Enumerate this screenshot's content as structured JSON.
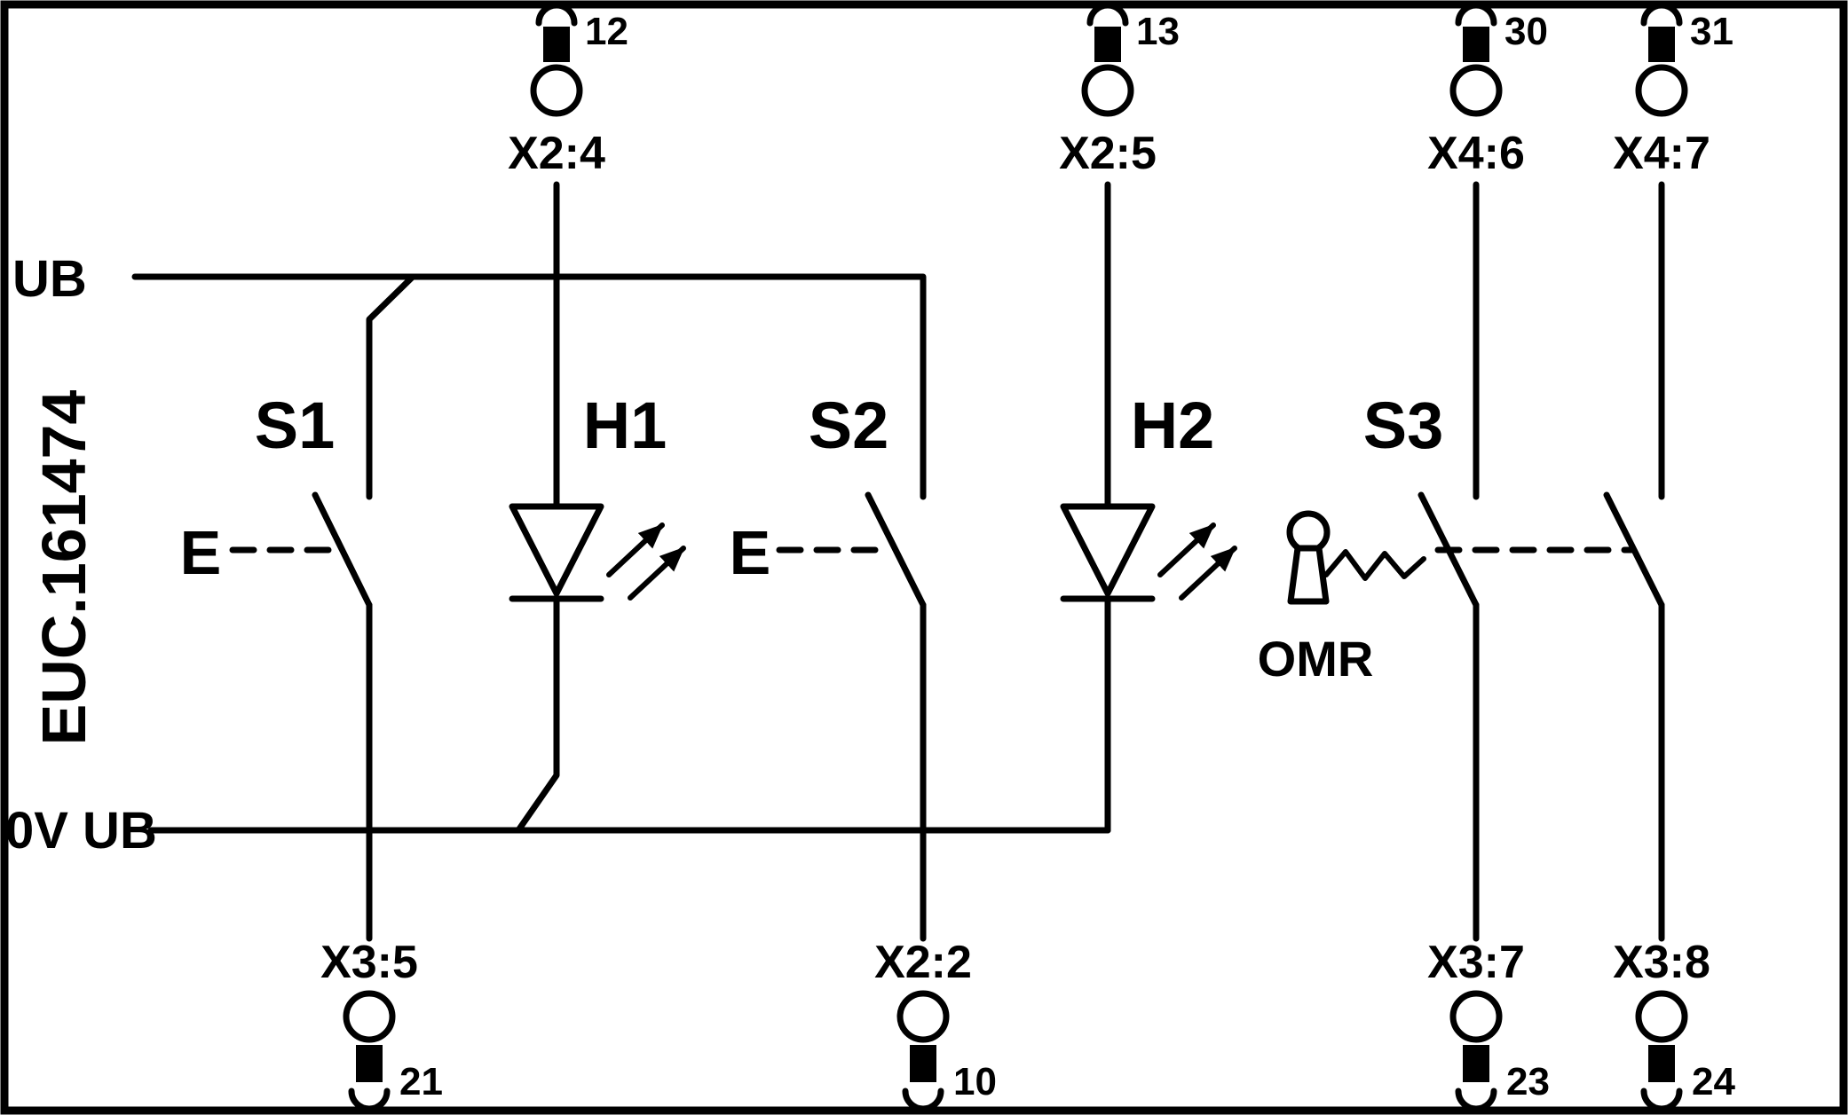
{
  "diagram": {
    "side_label": "EUC.161474",
    "bus_labels": {
      "ub": "UB",
      "zero_v": "0V UB"
    },
    "components": {
      "s1": "S1",
      "h1": "H1",
      "s2": "S2",
      "h2": "H2",
      "s3": "S3",
      "omr": "OMR",
      "e1": "E",
      "e2": "E"
    },
    "terminals": {
      "top": [
        {
          "wire": "12",
          "label": "X2:4"
        },
        {
          "wire": "13",
          "label": "X2:5"
        },
        {
          "wire": "30",
          "label": "X4:6"
        },
        {
          "wire": "31",
          "label": "X4:7"
        }
      ],
      "bottom": [
        {
          "wire": "21",
          "label": "X3:5"
        },
        {
          "wire": "10",
          "label": "X2:2"
        },
        {
          "wire": "23",
          "label": "X3:7"
        },
        {
          "wire": "24",
          "label": "X3:8"
        }
      ]
    }
  }
}
